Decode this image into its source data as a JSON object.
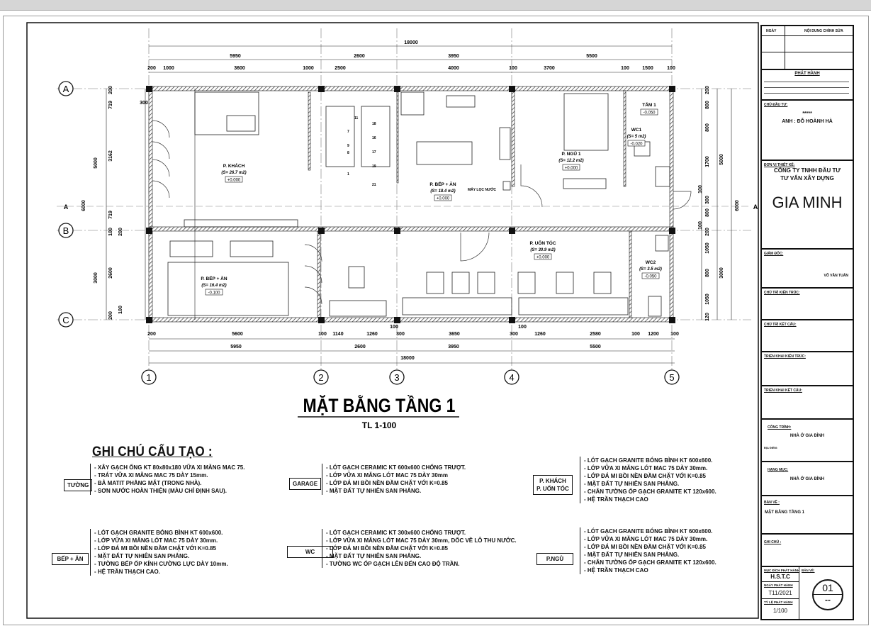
{
  "plan": {
    "dims_top_total": "18000",
    "dims_top_major": [
      "5950",
      "2600",
      "3950",
      "5500"
    ],
    "dims_top_minor": [
      "200",
      "1000",
      "3600",
      "1000",
      "2500",
      "4000",
      "100",
      "3700",
      "100",
      "1500",
      "100"
    ],
    "dims_bottom_minor": [
      "200",
      "5600",
      "100",
      "1140",
      "1260",
      "100",
      "300",
      "3650",
      "300",
      "100",
      "1260",
      "2580",
      "100",
      "1200",
      "100"
    ],
    "dims_bottom_major": [
      "5950",
      "2600",
      "3950",
      "5500"
    ],
    "dims_bottom_total": "18000",
    "dims_left": [
      "200",
      "719",
      "3162",
      "719",
      "100",
      "2600",
      "200",
      "200",
      "100",
      "5000",
      "3000",
      "6000"
    ],
    "dims_right": [
      "200",
      "800",
      "800",
      "1700",
      "100",
      "300",
      "800",
      "100",
      "200",
      "1050",
      "800",
      "1050",
      "120",
      "5000",
      "3000",
      "6000"
    ],
    "grid_cols": [
      "1",
      "2",
      "3",
      "4",
      "5"
    ],
    "grid_rows": [
      "A",
      "B",
      "C"
    ],
    "section_mark": "A",
    "door_dim": "300",
    "rooms": [
      {
        "name": "P. KHÁCH",
        "area": "(S= 26.7 m2)",
        "level": "+0.000"
      },
      {
        "name": "P. BẾP + ĂN",
        "area": "(S= 18.4 m2)",
        "level": "+0.000"
      },
      {
        "name": "P. NGỦ 1",
        "area": "(S= 12.2 m2)",
        "level": "+0.000"
      },
      {
        "name": "TẮM 1",
        "area": "",
        "level": "-0.050"
      },
      {
        "name": "WC1",
        "area": "(S= 5 m2)",
        "level": "-0.020"
      },
      {
        "name": "P. UỐN TÓC",
        "area": "(S= 30.9 m2)",
        "level": "+0.000"
      },
      {
        "name": "WC2",
        "area": "(S= 3.5 m2)",
        "level": "-0.050"
      },
      {
        "name": "P. BẾP + ĂN",
        "area": "(S= 16.4 m2)",
        "level": "-0.100"
      }
    ],
    "water_filter": "MÁY LỌC NƯỚC",
    "stair_numbers": [
      "1",
      "8",
      "9",
      "7",
      "11",
      "18",
      "16",
      "17",
      "19",
      "21"
    ]
  },
  "drawing_title": "MẶT BẰNG TẦNG 1",
  "drawing_scale": "TL 1-100",
  "notes": {
    "heading": "GHI CHÚ CẤU TẠO :",
    "groups": [
      {
        "label": "TƯỜNG",
        "items": [
          "- XÂY GẠCH ỐNG KT 80x80x180 VỮA XI MĂNG MAC 75.",
          "- TRÁT VỮA XI MĂNG MAC 75 DÀY 15mm.",
          "- BẢ MATIT PHẲNG MẶT (TRONG NHÀ).",
          "- SƠN NƯỚC HOÀN THIỆN (MÀU CHỈ ĐỊNH SAU)."
        ]
      },
      {
        "label": "BẾP + ĂN",
        "items": [
          "- LÓT GẠCH GRANITE BÓNG BÌNH KT 600x600.",
          "- LỚP VỮA XI MĂNG LÓT MAC 75 DÀY 30mm.",
          "- LỚP ĐÁ MI BỒI NỀN ĐẦM CHẶT VỚI K=0.85",
          "- MẶT ĐẤT TỰ NHIÊN SAN PHẲNG.",
          "- TƯỜNG BẾP ỐP KÍNH CƯỜNG LỰC DÀY 10mm.",
          "- HỆ TRẦN THẠCH CAO."
        ]
      },
      {
        "label": "GARAGE",
        "items": [
          "- LÓT GẠCH CERAMIC KT 600x600 CHỐNG TRƯỢT.",
          "- LỚP VỮA XI MĂNG LÓT MAC 75 DÀY 30mm",
          "- LỚP ĐÁ MI BỒI NỀN ĐẦM CHẶT VỚI K=0.85",
          "- MẶT ĐẤT TỰ NHIÊN SAN PHẲNG."
        ]
      },
      {
        "label": "WC",
        "items": [
          "- LÓT GẠCH CERAMIC KT 300x600 CHỐNG TRƯỢT.",
          "- LỚP VỮA XI MĂNG LÓT MAC 75 DÀY 30mm, DỐC VỀ LỖ THU NƯỚC.",
          "- LỚP ĐÁ MI BỒI NỀN ĐẦM CHẶT VỚI K=0.85",
          "- MẶT ĐẤT TỰ NHIÊN SAN PHẲNG.",
          "- TƯỜNG WC ỐP GẠCH LÊN ĐẾN CAO ĐỘ TRẦN."
        ]
      },
      {
        "label": "P. KHÁCH\nP. UỐN TÓC",
        "items": [
          "- LÓT GẠCH GRANITE BÓNG BÌNH KT 600x600.",
          "- LỚP VỮA XI MĂNG LÓT MAC 75 DÀY 30mm.",
          "- LỚP ĐÁ MI BỒI NỀN ĐẦM CHẶT VỚI K=0.85",
          "- MẶT ĐẤT TỰ NHIÊN SAN PHẲNG.",
          "- CHÂN TƯỜNG ỐP GẠCH GRANITE KT 120x600.",
          "- HỆ TRẦN THẠCH CAO"
        ]
      },
      {
        "label": "P.NGỦ",
        "items": [
          "- LÓT GẠCH GRANITE BÓNG BÌNH KT 600x600.",
          "- LỚP VỮA XI MĂNG LÓT MAC 75 DÀY 30mm.",
          "- LỚP ĐÁ MI BỒI NỀN ĐẦM CHẶT VỚI K=0.85",
          "- MẶT ĐẤT TỰ NHIÊN SAN PHẲNG.",
          "- CHÂN TƯỜNG ỐP GẠCH GRANITE KT 120x600.",
          "- HỆ TRẦN THẠCH CAO"
        ]
      }
    ]
  },
  "title_block": {
    "col_date": "NGÀY",
    "col_revision": "NỘI DUNG CHỈNH SỬA",
    "issue": "PHÁT HÀNH",
    "investor_label": "CHỦ ĐẦU TƯ:",
    "investor_stars": "*****",
    "investor": "ANH : ĐỖ HOÀNH HÀ",
    "designer_label": "ĐƠN VỊ THIẾT KẾ:",
    "designer_line1": "CÔNG TY TNHH ĐẦU TƯ",
    "designer_line2": "TƯ VẤN XÂY DỰNG",
    "designer_brand": "GIA MINH",
    "director_label": "GIÁM ĐỐC:",
    "director": "VÕ VĂN TUẤN",
    "arch_lead_label": "CHỦ TRÌ KIẾN TRÚC:",
    "struct_lead_label": "CHỦ TRÌ KẾT CẤU:",
    "arch_dev_label": "TRIỂN KHAI KIẾN TRÚC:",
    "struct_dev_label": "TRIỂN KHAI KẾT CẤU:",
    "project_label": "CÔNG TRÌNH:",
    "project": "NHÀ Ở GIA ĐÌNH",
    "location_label": "ĐỊA ĐIỂM:",
    "item_label": "HẠNG MỤC:",
    "item": "NHÀ Ở GIA ĐÌNH",
    "drawing_label": "BẢN VẼ :",
    "drawing": "MẶT BẰNG TẦNG 1",
    "note_label": "GHI CHÚ :",
    "purpose_label": "MỤC ĐÍCH PHÁT HÀNH",
    "purpose": "H.S.T.C",
    "date_label": "NGÀY PHÁT HÀNH",
    "date": "T11/2021",
    "scale_label": "TỶ LỆ PHÁT HÀNH",
    "scale": "1/100",
    "sheet_label": "BẢN VẼ:",
    "sheet_no": "01",
    "sheet_total": "--"
  }
}
